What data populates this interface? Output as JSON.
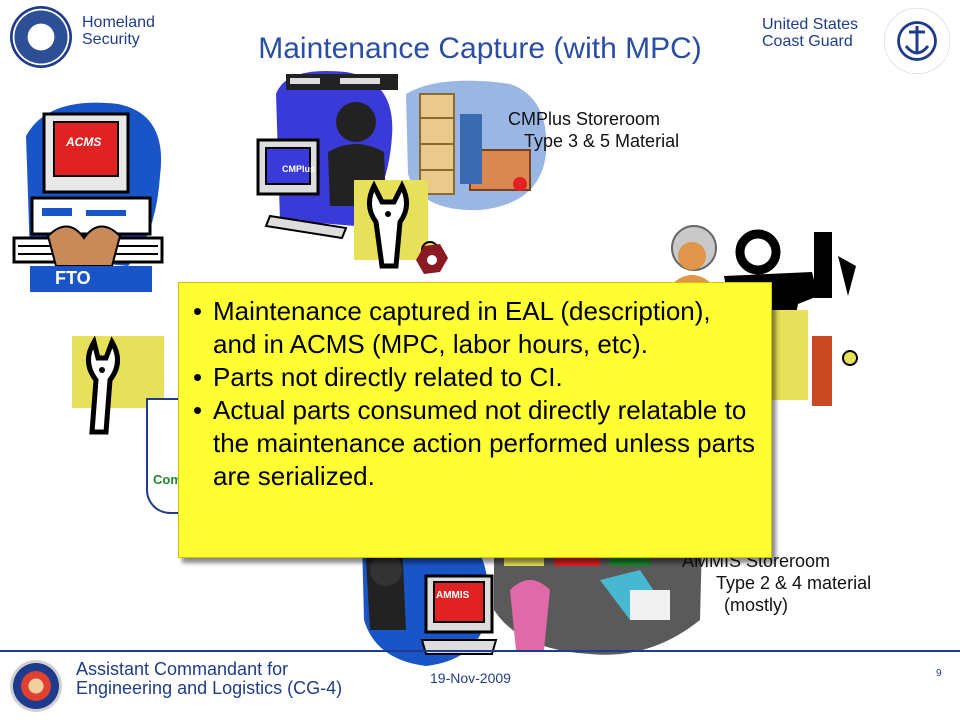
{
  "header": {
    "left_org_line1": "Homeland",
    "left_org_line2": "Security",
    "right_org_line1": "United States",
    "right_org_line2": "Coast Guard",
    "title": "Maintenance Capture (with MPC)"
  },
  "labels": {
    "acms_screen": "ACMS",
    "fto_label": "FTO",
    "cmplus_screen": "CMPlus",
    "ammis_screen": "AMMIS",
    "partial_tag": "Com"
  },
  "captions": {
    "cmplus_line1": "CMPlus Storeroom",
    "cmplus_line2": "Type 3 & 5 Material",
    "ammis_line1": "AMMIS Storeroom",
    "ammis_line2": "Type 2 & 4 material",
    "ammis_line3": "(mostly)"
  },
  "callout": {
    "bullet": "•",
    "items": [
      "Maintenance captured in EAL (description), and in ACMS (MPC, labor hours, etc).",
      "Parts not directly related to CI.",
      "Actual parts consumed not directly relatable to the maintenance action performed unless parts are serialized."
    ]
  },
  "footer": {
    "org_line1": "Assistant Commandant for",
    "org_line2": "Engineering and Logistics (CG-4)",
    "date": "19-Nov-2009",
    "page_number": "9"
  },
  "colors": {
    "brand_blue": "#1f3c8c",
    "title_blue": "#2a4ea6",
    "callout_yellow": "#ffff33",
    "clipart_yellow": "#e6e05a"
  }
}
